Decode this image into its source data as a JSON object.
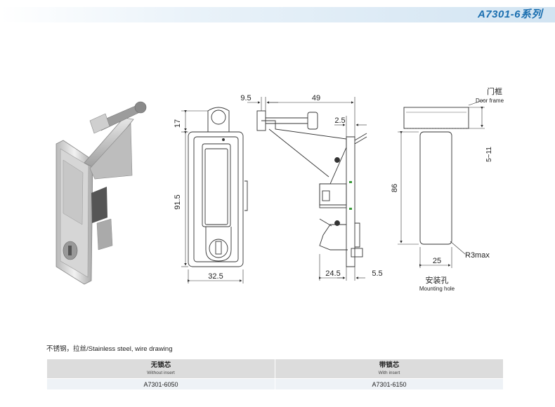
{
  "header": {
    "title": "A7301-6系列"
  },
  "drawing": {
    "front_view": {
      "dim_top": "17",
      "dim_height": "91.5",
      "dim_width": "32.5"
    },
    "side_view": {
      "dim_offset": "9.5",
      "dim_length": "49",
      "dim_gap": "2.5",
      "dim_depth": "24.5",
      "dim_plate": "5.5"
    },
    "cutout": {
      "door_frame_zh": "门框",
      "door_frame_en": "Door frame",
      "dim_frame": "5~11",
      "dim_height": "86",
      "dim_width": "25",
      "radius": "R3max",
      "title_zh": "安装孔",
      "title_en": "Mounting hole"
    }
  },
  "material_note": "不锈钢，拉丝/Stainless steel, wire drawing",
  "models_table": {
    "columns": [
      {
        "zh": "无锁芯",
        "en": "Without insert",
        "model": "A7301-6050"
      },
      {
        "zh": "带锁芯",
        "en": "With insert",
        "model": "A7301-6150"
      }
    ]
  }
}
